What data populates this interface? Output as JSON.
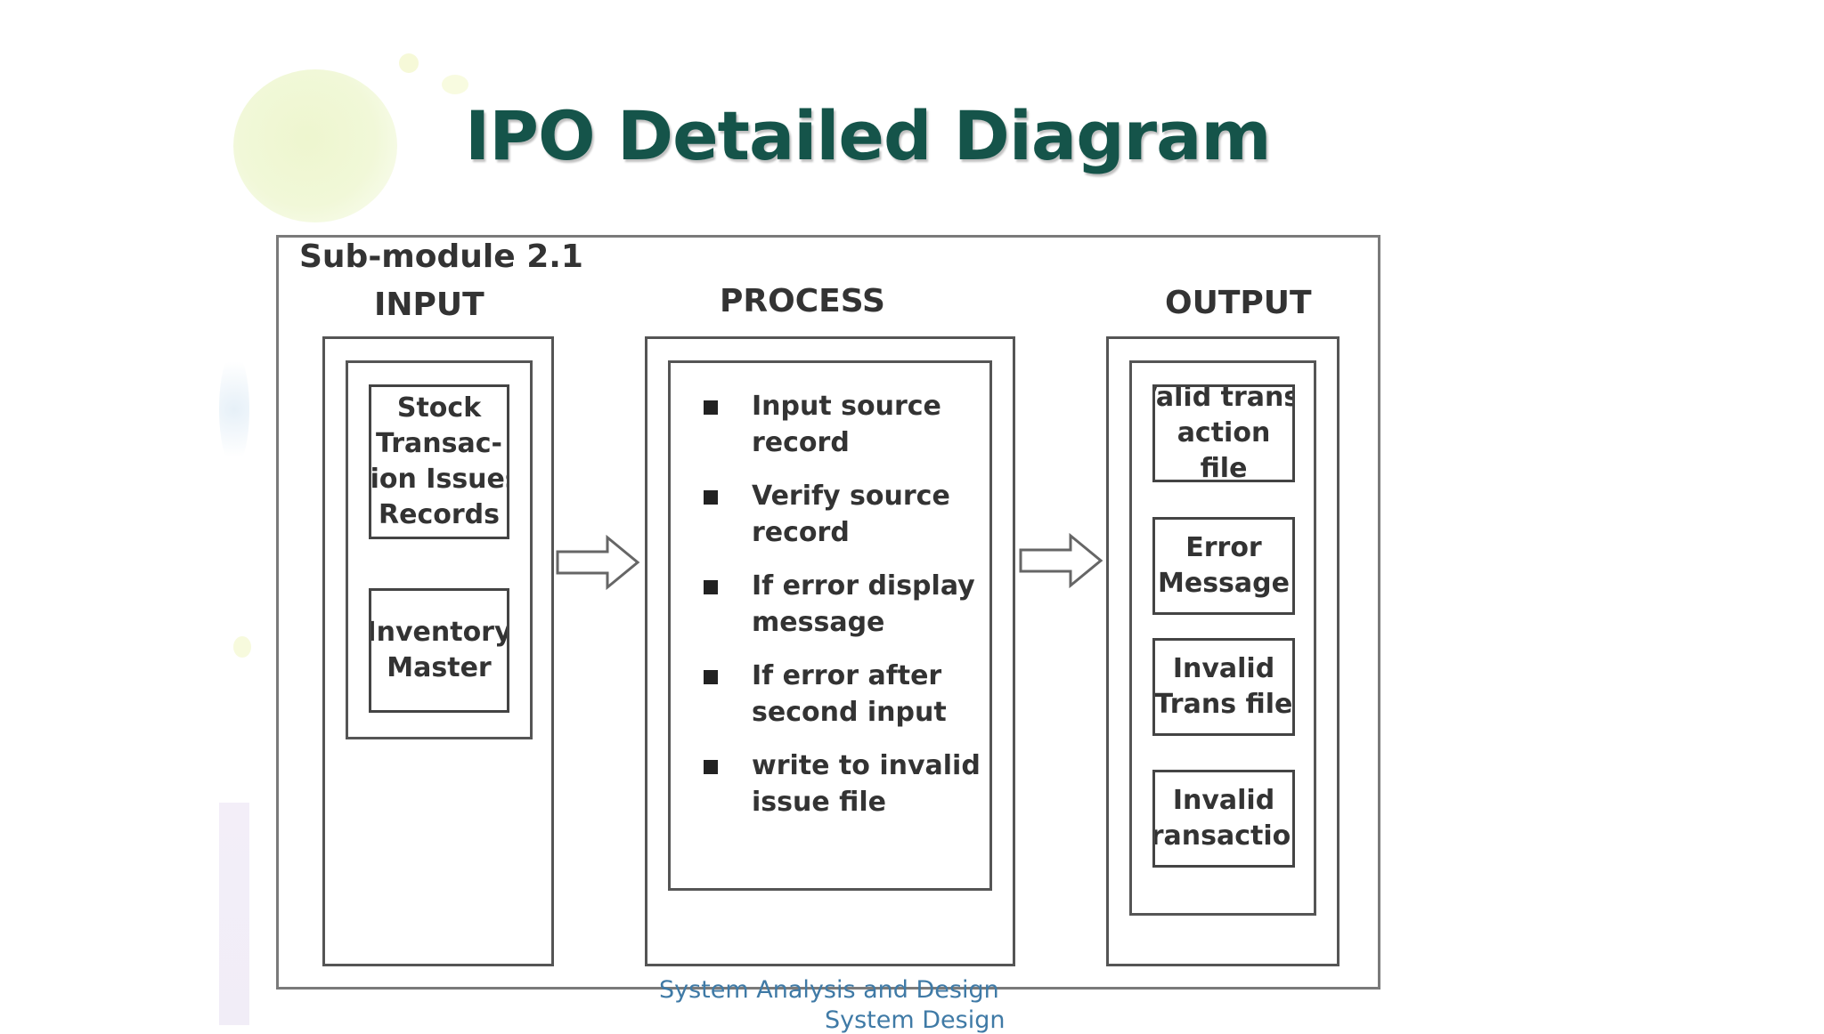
{
  "title": "IPO Detailed Diagram",
  "diagram": {
    "submodule_label": "Sub-module 2.1",
    "input": {
      "header": "INPUT",
      "items": [
        "Stock\nTransac-\ntion Issues\nRecords",
        "Inventory\nMaster"
      ]
    },
    "process": {
      "header": "PROCESS",
      "steps": [
        "Input source\nrecord",
        "Verify source\nrecord",
        "If error display\nmessage",
        "If error after\nsecond input",
        "write to invalid\nissue file"
      ]
    },
    "output": {
      "header": "OUTPUT",
      "items": [
        "Valid trans-\naction\nfile",
        "Error\nMessage",
        "Invalid\nTrans file",
        "Invalid\ntransaction"
      ]
    }
  },
  "footer": {
    "line1": "System Analysis and Design",
    "line2": "System Design"
  },
  "colors": {
    "title": "#15544a",
    "footer": "#3f7aa6",
    "border": "#555555"
  }
}
